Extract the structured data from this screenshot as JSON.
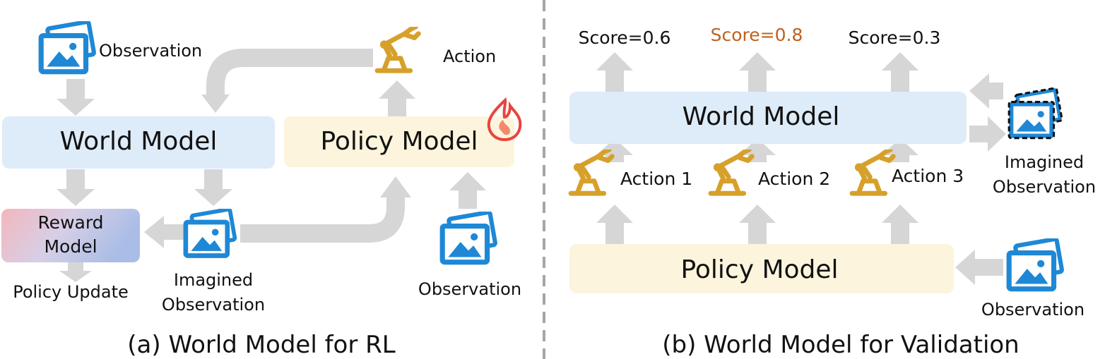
{
  "left_panel": {
    "caption": "(a) World Model for RL",
    "observation_top_label": "Observation",
    "action_label": "Action",
    "world_model_label": "World Model",
    "policy_model_label": "Policy Model",
    "reward_model_line1": "Reward",
    "reward_model_line2": "Model",
    "policy_update_label": "Policy Update",
    "imagined_line1": "Imagined",
    "imagined_line2": "Observation",
    "observation_bottom_label": "Observation"
  },
  "right_panel": {
    "caption": "(b) World Model for Validation",
    "scores": [
      {
        "text": "Score=0.6",
        "color": "#111111"
      },
      {
        "text": "Score=0.8",
        "color": "#c0611f"
      },
      {
        "text": "Score=0.3",
        "color": "#111111"
      }
    ],
    "world_model_label": "World Model",
    "actions": [
      "Action 1",
      "Action 2",
      "Action 3"
    ],
    "policy_model_label": "Policy Model",
    "imagined_line1": "Imagined",
    "imagined_line2": "Observation",
    "observation_label": "Observation"
  },
  "colors": {
    "world_model_fill": "#deebf8",
    "policy_model_fill": "#fcf4dc",
    "arrow": "#d6d6d6",
    "robot_arm": "#d6a02a",
    "image_icon": "#1e88d6",
    "divider": "#a6a6a6",
    "flame": "#e8453c"
  },
  "icons": [
    "image-icon",
    "robot-arm-icon",
    "flame-icon"
  ]
}
